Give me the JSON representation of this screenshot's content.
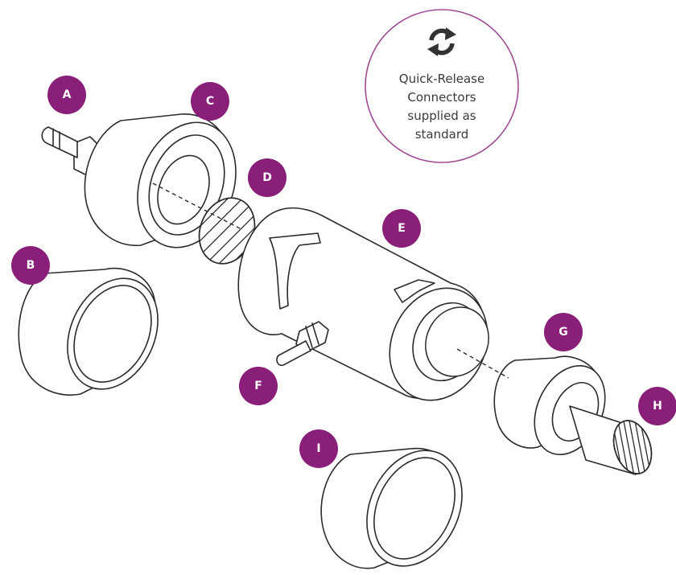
{
  "colors": {
    "accent": "#8a1f7a",
    "line": "#2b2b2b",
    "badge_border": "#a04a96",
    "icon": "#333333"
  },
  "callouts": {
    "a": "A",
    "b": "B",
    "c": "C",
    "d": "D",
    "e": "E",
    "f": "F",
    "g": "G",
    "h": "H",
    "i": "I"
  },
  "badge": {
    "icon": "refresh-arrows-icon",
    "lines": [
      "Quick-Release",
      "Connectors",
      "supplied as",
      "standard"
    ]
  }
}
